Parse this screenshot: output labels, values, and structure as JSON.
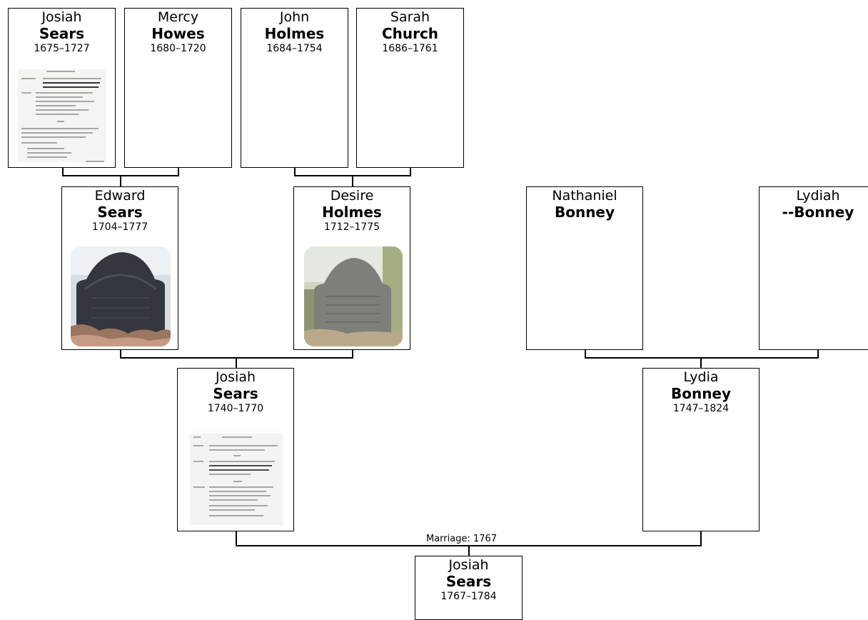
{
  "people": {
    "josiah_1675": {
      "first": "Josiah",
      "last": "Sears",
      "dates": "1675–1727",
      "photo": "document-scan"
    },
    "mercy_howes": {
      "first": "Mercy",
      "last": "Howes",
      "dates": "1680–1720"
    },
    "john_holmes": {
      "first": "John",
      "last": "Holmes",
      "dates": "1684–1754"
    },
    "sarah_church": {
      "first": "Sarah",
      "last": "Church",
      "dates": "1686–1761"
    },
    "edward_sears": {
      "first": "Edward",
      "last": "Sears",
      "dates": "1704–1777",
      "photo": "gravestone"
    },
    "desire_holmes": {
      "first": "Desire",
      "last": "Holmes",
      "dates": "1712–1775",
      "photo": "gravestone"
    },
    "nathaniel_bonney": {
      "first": "Nathaniel",
      "last": "Bonney",
      "dates": ""
    },
    "lydiah_bonney": {
      "first": "Lydiah",
      "last": "--Bonney",
      "dates": ""
    },
    "josiah_1740": {
      "first": "Josiah",
      "last": "Sears",
      "dates": "1740–1770",
      "photo": "document-scan"
    },
    "lydia_bonney": {
      "first": "Lydia",
      "last": "Bonney",
      "dates": "1747–1824"
    },
    "josiah_1767": {
      "first": "Josiah",
      "last": "Sears",
      "dates": "1767–1784"
    }
  },
  "marriage_label": "Marriage: 1767"
}
